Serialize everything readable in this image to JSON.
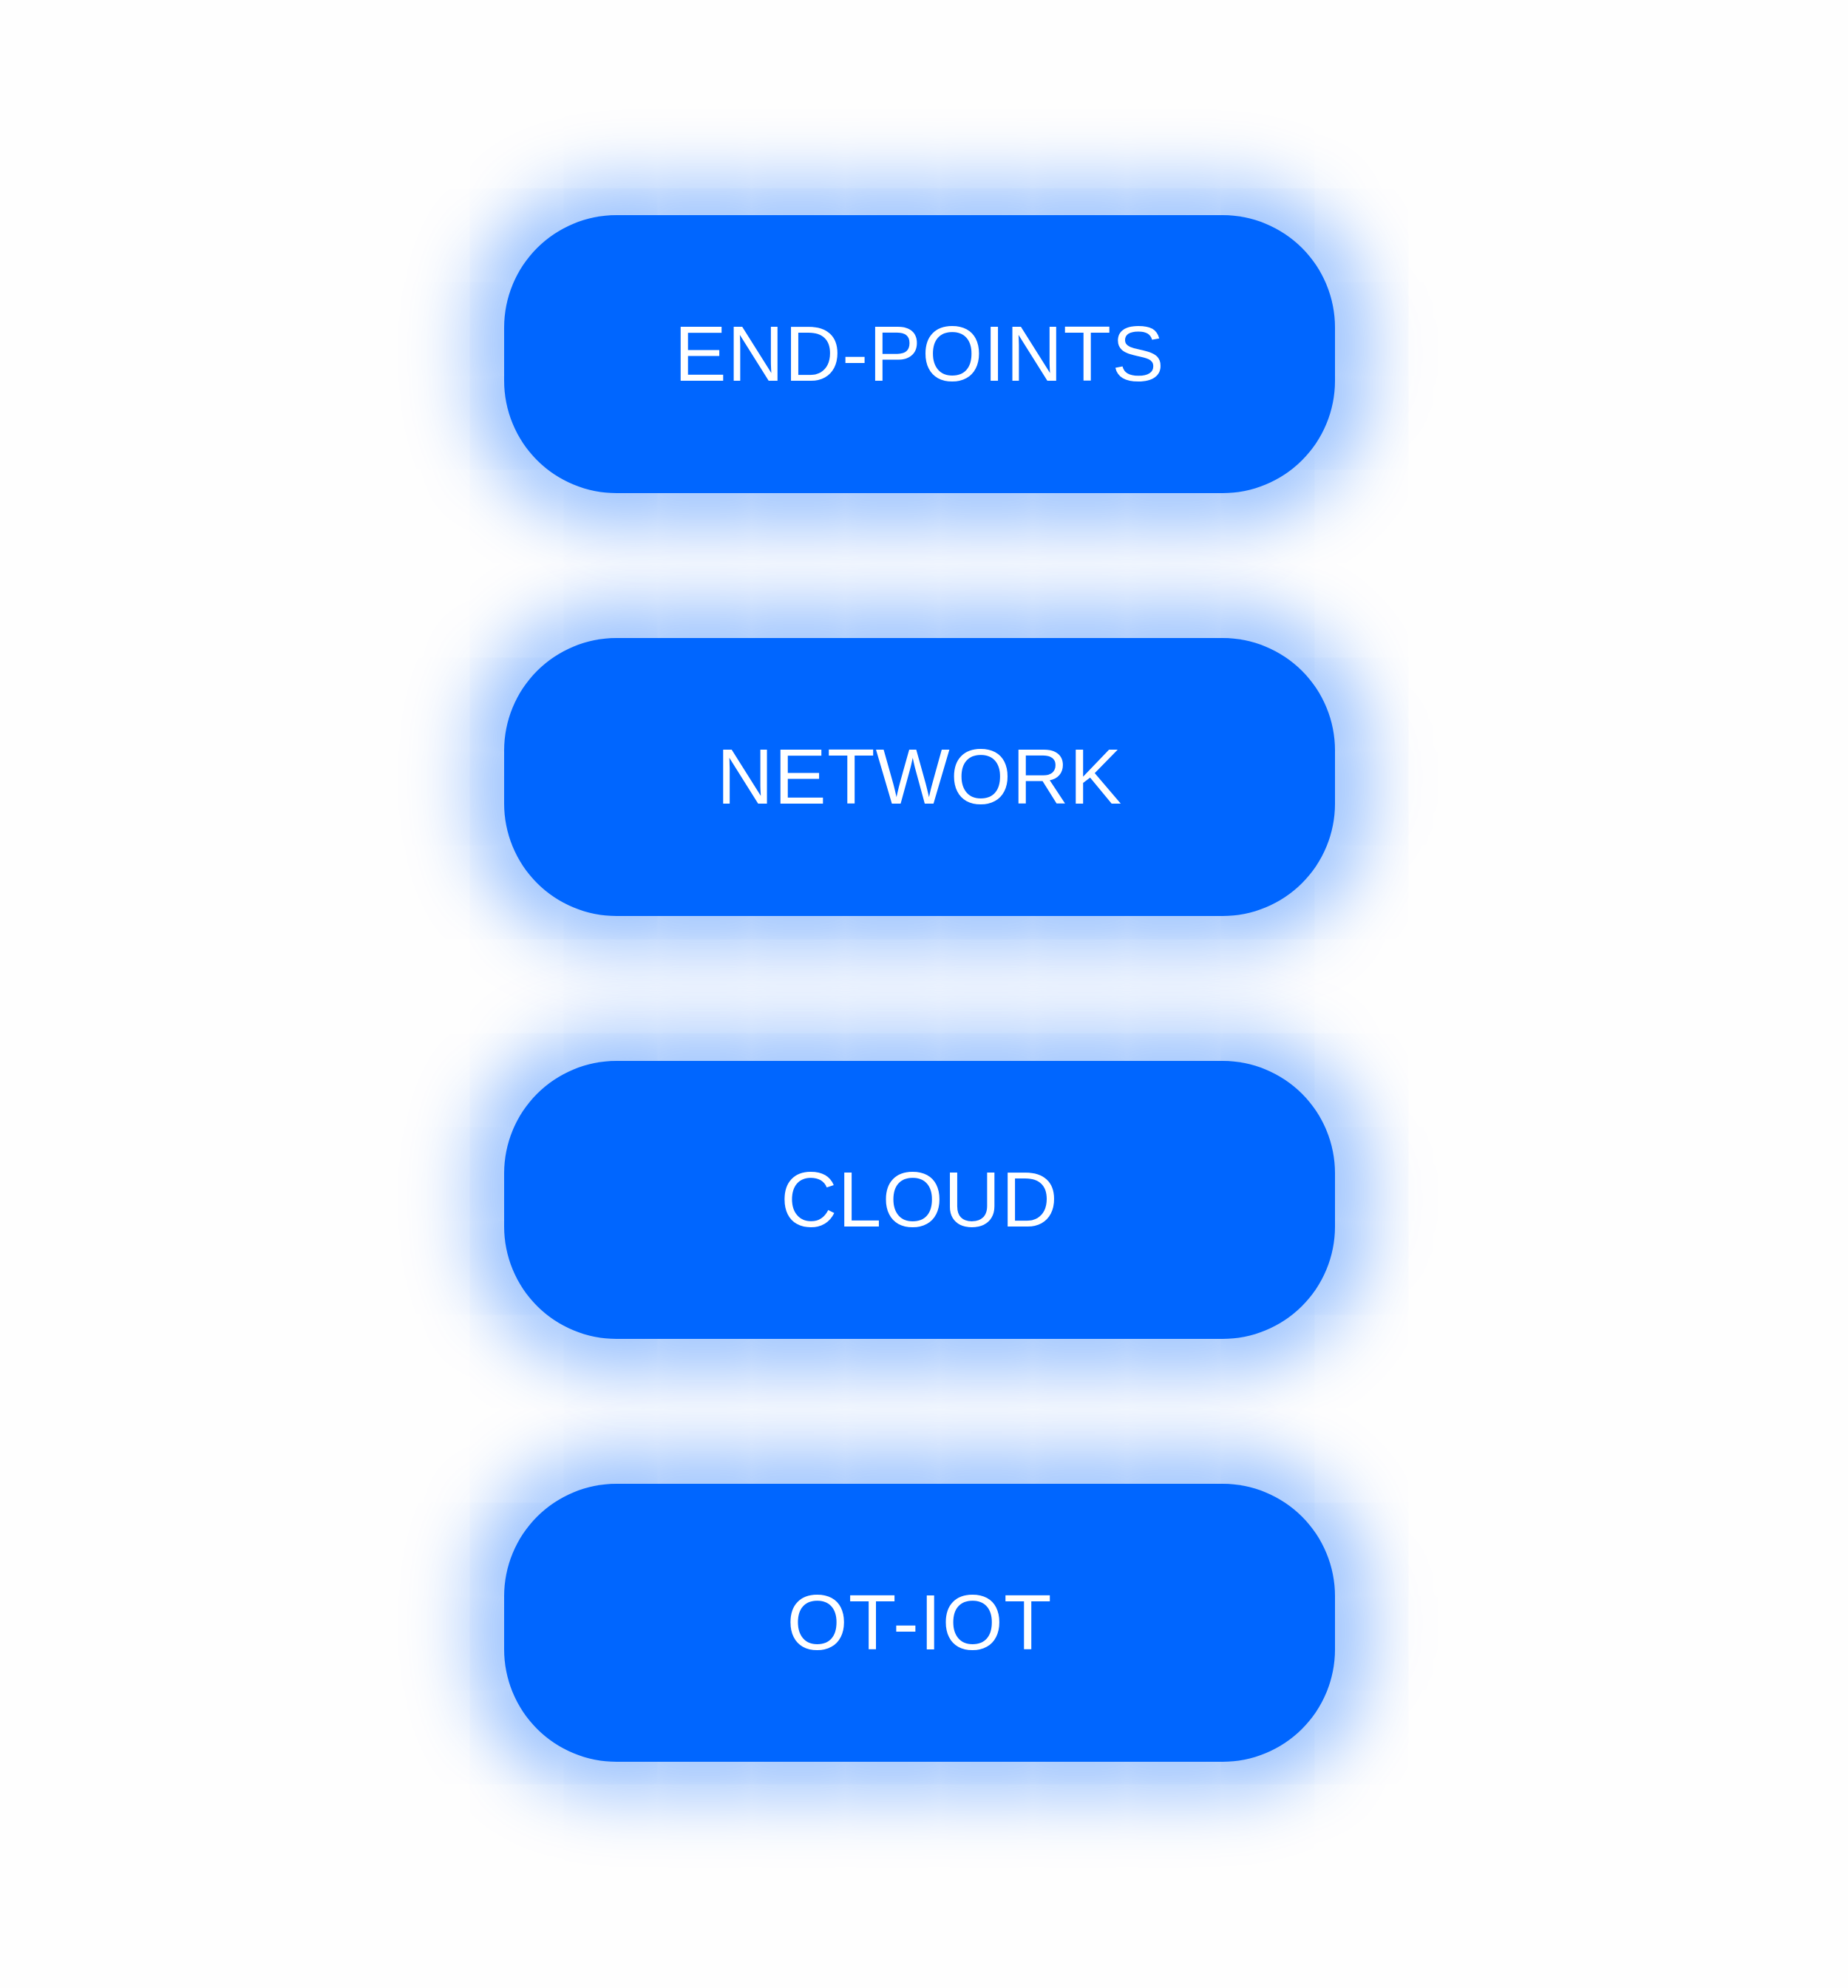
{
  "colors": {
    "background": "#fefefe",
    "button": "#0066ff",
    "label": "#ffffff",
    "glow": "#0066ff"
  },
  "buttons": [
    {
      "label": "END-POINTS"
    },
    {
      "label": "NETWORK"
    },
    {
      "label": "CLOUD"
    },
    {
      "label": "OT-IOT"
    }
  ]
}
